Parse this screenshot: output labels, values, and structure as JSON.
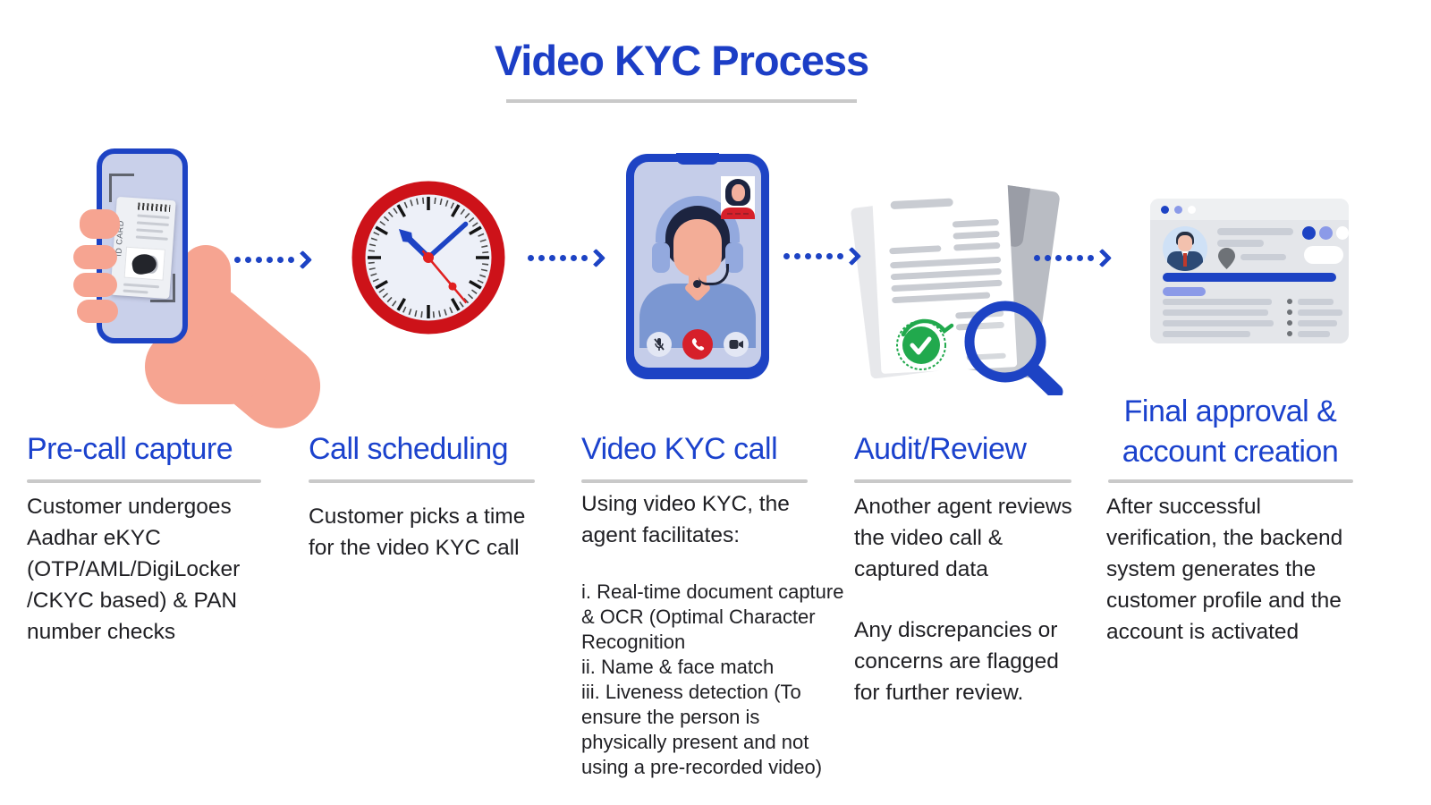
{
  "title": "Video KYC Process",
  "colors": {
    "primary_blue": "#1c3ec6",
    "heading_blue": "#1b42cd",
    "arrow_blue": "#1d43c4",
    "body_text": "#1f1f23",
    "underline_gray": "#c9c9c9",
    "clock_red": "#cd1219",
    "call_red": "#d6202a",
    "hand_salmon": "#f6a491",
    "screen_lavender": "#c5cde9",
    "success_green": "#21a94d"
  },
  "steps": [
    {
      "heading": "Pre-call capture",
      "icon": "phone-id-scan-icon",
      "icon_card_label": "ID CARD",
      "body": [
        "Customer undergoes Aadhar eKYC (OTP/AML/DigiLocker /CKYC based) & PAN number checks"
      ]
    },
    {
      "heading": "Call scheduling",
      "icon": "clock-icon",
      "body": [
        "Customer picks a time for the video KYC call"
      ]
    },
    {
      "heading": "Video KYC call",
      "icon": "video-call-phone-icon",
      "body": [
        "Using video KYC, the agent facilitates:"
      ],
      "list": [
        "i. Real-time document capture & OCR (Optimal Character Recognition",
        "ii. Name & face match",
        "iii. Liveness detection (To ensure the person is physically present and not using a pre-recorded video)"
      ]
    },
    {
      "heading": "Audit/Review",
      "icon": "document-review-icon",
      "body": [
        "Another agent reviews the video call & captured data",
        "Any discrepancies or concerns are flagged for further review."
      ]
    },
    {
      "heading": "Final approval & account creation",
      "icon": "account-profile-icon",
      "body": [
        "After successful verification, the backend system generates the customer profile and the account is activated"
      ]
    }
  ]
}
